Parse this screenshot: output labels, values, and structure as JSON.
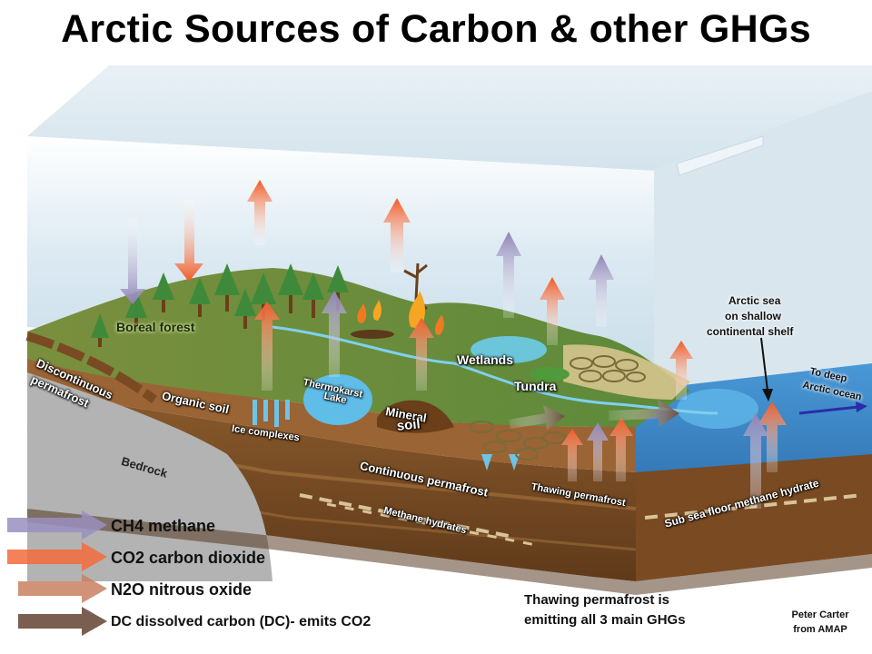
{
  "title": "Arctic Sources of Carbon & other GHGs",
  "labels": {
    "boreal_forest": "Boreal forest",
    "discontinuous_permafrost_1": "Discontinuous",
    "discontinuous_permafrost_2": "permafrost",
    "organic_soil": "Organic soil",
    "thermokarst_1": "Thermokarst",
    "thermokarst_2": "Lake",
    "ice_complexes": "Ice complexes",
    "mineral_soil_1": "Mineral",
    "mineral_soil_2": "soil",
    "wetlands": "Wetlands",
    "tundra": "Tundra",
    "bedrock": "Bedrock",
    "continuous_permafrost": "Continuous permafrost",
    "thawing_permafrost": "Thawing permafrost",
    "methane_hydrates": "Methane hydrates",
    "sub_sea_hydrate": "Sub sea floor methane hydrate",
    "arctic_sea_1": "Arctic sea",
    "arctic_sea_2": "on shallow",
    "arctic_sea_3": "continental shelf",
    "deep_ocean_1": "To deep",
    "deep_ocean_2": "Arctic ocean"
  },
  "legend": [
    {
      "text": "CH4 methane",
      "color": "#9a8fbf"
    },
    {
      "text": "CO2 carbon dioxide",
      "color": "#f26b3a"
    },
    {
      "text": "N2O nitrous oxide",
      "color": "#c98060"
    },
    {
      "text": "DC  dissolved  carbon (DC)- emits CO2",
      "color": "#6b4d3d"
    }
  ],
  "note": {
    "line1": "Thawing permafrost is",
    "line2": "emitting all 3 main GHGs"
  },
  "credit": {
    "line1": "Peter Carter",
    "line2": "from AMAP"
  },
  "colors": {
    "methane": "#9a8fbf",
    "co2": "#f26b3a",
    "n2o": "#c98060",
    "dissolved_carbon": "#6b4d3d",
    "sea": "#3d86c8",
    "land": "#6f8a3c",
    "soil": "#7a4a22"
  }
}
